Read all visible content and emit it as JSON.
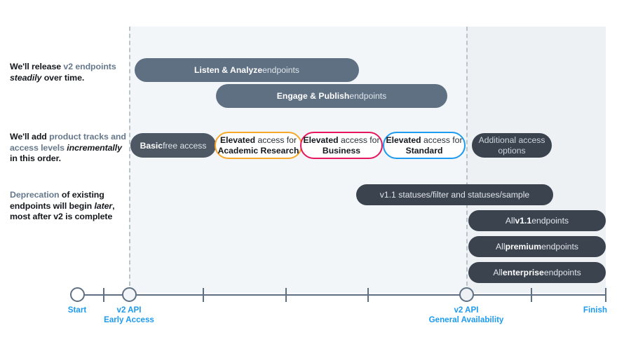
{
  "labels": [
    {
      "id": "release-cadence",
      "parts": [
        {
          "text": "We'll release ",
          "style": "bold"
        },
        {
          "text": "v2 endpoints",
          "style": "muted"
        },
        {
          "text": "\n",
          "style": "break"
        },
        {
          "text": "steadily",
          "style": "italic"
        },
        {
          "text": " over time.",
          "style": "bold"
        }
      ]
    },
    {
      "id": "access-levels",
      "parts": [
        {
          "text": "We'll add ",
          "style": "bold"
        },
        {
          "text": "product tracks and access levels ",
          "style": "muted"
        },
        {
          "text": "incrementally",
          "style": "italic"
        },
        {
          "text": " in this order.",
          "style": "bold"
        }
      ]
    },
    {
      "id": "deprecation",
      "parts": [
        {
          "text": "Deprecation",
          "style": "muted"
        },
        {
          "text": " of existing endpoints will begin ",
          "style": "bold"
        },
        {
          "text": "later",
          "style": "italic"
        },
        {
          "text": ", most after v2 is complete",
          "style": "bold"
        }
      ]
    }
  ],
  "rows": {
    "release": [
      {
        "bold": "Listen & Analyze",
        "normal": " endpoints"
      },
      {
        "bold": "Engage & Publish",
        "normal": " endpoints"
      }
    ],
    "access": [
      {
        "bold": "Basic",
        "normal": " free access",
        "variant": "slate"
      },
      {
        "line1_bold": "Elevated",
        "line1_normal": " access for",
        "line2": "Academic Research",
        "variant": "outline-orange"
      },
      {
        "line1_bold": "Elevated",
        "line1_normal": " access for",
        "line2": "Business",
        "variant": "outline-pink"
      },
      {
        "line1_bold": "Elevated",
        "line1_normal": " access for",
        "line2": "Standard",
        "variant": "outline-blue"
      },
      {
        "line1": "Additional access",
        "line2": "options",
        "variant": "dark-soft"
      }
    ],
    "deprecation": [
      {
        "normal": "v1.1 statuses/filter and statuses/sample"
      },
      {
        "prefix": "All ",
        "bold": "v1.1",
        "suffix": " endpoints"
      },
      {
        "prefix": "All ",
        "bold": "premium",
        "suffix": " endpoints"
      },
      {
        "prefix": "All ",
        "bold": "enterprise",
        "suffix": " endpoints"
      }
    ]
  },
  "timeline": {
    "milestones": [
      {
        "id": "start",
        "label_line1": "Start",
        "label_line2": ""
      },
      {
        "id": "v2-early-access",
        "label_line1": "v2 API",
        "label_line2": "Early Access"
      },
      {
        "id": "v2-general-availability",
        "label_line1": "v2 API",
        "label_line2": "General Availability"
      },
      {
        "id": "finish",
        "label_line1": "Finish",
        "label_line2": ""
      }
    ]
  },
  "colors": {
    "accent_blue": "#1d9bf0",
    "pill_slate": "#5f7083",
    "pill_dark": "#3b434f",
    "outline_orange": "#f7a72a",
    "outline_pink": "#e8175d",
    "outline_blue": "#1d9bf0",
    "band_light": "#f3f6f8",
    "band_dark": "#eef1f4"
  }
}
